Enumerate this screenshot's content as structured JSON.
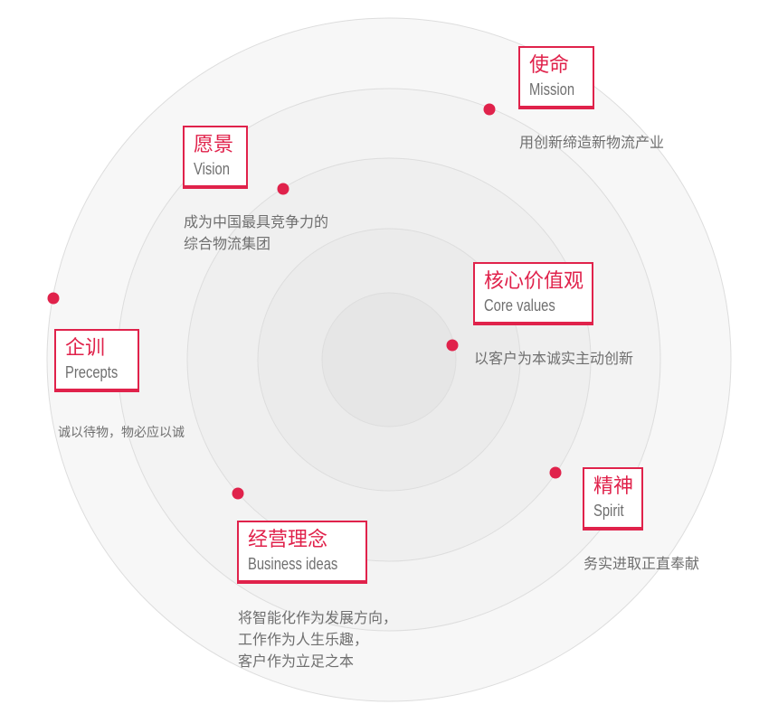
{
  "colors": {
    "accent": "#e0224b",
    "text_gray": "#6f6f6f",
    "ring_line": "#dddddd"
  },
  "sections": {
    "mission": {
      "title_zh": "使命",
      "title_en": "Mission",
      "desc": [
        "用创新缔造新物流产业"
      ]
    },
    "vision": {
      "title_zh": "愿景",
      "title_en": "Vision",
      "desc": [
        "成为中国最具竞争力的",
        "综合物流集团"
      ]
    },
    "core": {
      "title_zh": "核心价值观",
      "title_en": "Core values",
      "desc": [
        "以客户为本诚实主动创新"
      ]
    },
    "precepts": {
      "title_zh": "企训",
      "title_en": "Precepts",
      "desc": [
        "诚以待物，物必应以诚"
      ]
    },
    "spirit": {
      "title_zh": "精神",
      "title_en": "Spirit",
      "desc": [
        "务实进取正直奉献"
      ]
    },
    "business": {
      "title_zh": "经营理念",
      "title_en": "Business ideas",
      "desc": [
        "将智能化作为发展方向，",
        "工作作为人生乐趣，",
        "客户作为立足之本"
      ]
    }
  }
}
